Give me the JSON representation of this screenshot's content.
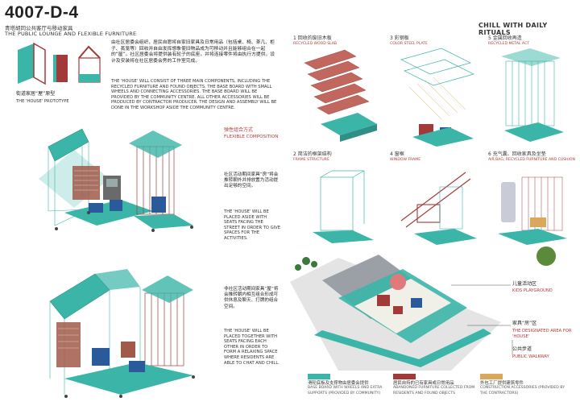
{
  "header": {
    "code": "4007-D-4",
    "subtitle_cn": "青塔胡同公共客厅与移动家具",
    "subtitle_en": "THE PUBLIC LOUNGE AND FLEXIBLE FURNITURE"
  },
  "prototype": {
    "label_cn": "街道家居“屋”原型",
    "label_en": "THE 'HOUSE' PROTOTYPE"
  },
  "intro": {
    "cn": "由社区居委会组织，居民自愿将自家旧家具及日常用品（包括桌、椅、茶几、柜子、蒸笼等）回收并自由发挥想象使旧物品成为可移动并且能够组合在一起的“屋”。社区居委会将提供装有轮子的底座，并将连接零件将由执行方提供，设计及安装将在社区居委会旁的工作室完成。",
    "en": "THE 'HOUSE' WILL CONSIST OF THREE MAIN COMPONENTS, INCLUDING THE RECYCLED FURNITURE AND FOUND OBJECTS, THE BASE BOARD WITH SMALL WHEELS AND CONNECTING ACCESSORIES. THE BASE BOARD WILL BE PROVIDED BY THE COMMUNITY CENTRE. ALL OTHER ACCESSORIES WILL BE PRODUCED BY CONTRACTOR PRODUCER. THE DESIGN AND ASSEMBLY WILL BE DONE IN THE WORKSHOP ASIDE THE COMMUNITY CENTRE."
  },
  "flexible": {
    "title_cn": "弹性组合方式",
    "title_en": "FLEXIBLE COMPOSITION"
  },
  "scenario1": {
    "cn": "社区活动期间家具“房”将会推转朝外并排放置为活动提出足够的空间。",
    "en": "THE 'HOUSE' WILL BE PLACED ASIDE WITH SEATS FACING THE STREET IN ORDER TO GIVE SPACES FOR THE ACTIVITIES."
  },
  "scenario2": {
    "cn": "非社区活动期间家具“屋”将会推转朝内相互组合形成可供休息及聊天、打牌的组合空间。",
    "en": "THE 'HOUSE' WILL BE PLACED TOGETHER WITH SEATS FACING EACH OTHER IN ORDER TO FORM A RELAXING SPACE WHERE RESIDENTS ARE ABLE TO CHAT AND CHILL."
  },
  "rituals": {
    "title": "CHILL WITH DAILY RITUALS",
    "items": [
      {
        "num": "1",
        "cn": "回收的废旧木板",
        "en": "RECYCLED WOOD SLAB"
      },
      {
        "num": "3",
        "cn": "彩钢板",
        "en": "COLOR STEEL PLATE"
      },
      {
        "num": "5",
        "cn": "金属回收再造",
        "en": "RECYCLED METAL ACT"
      },
      {
        "num": "2",
        "cn": "简洁的框架结构",
        "en": "FRAME STRUCTURE"
      },
      {
        "num": "4",
        "cn": "窗框",
        "en": "WINDOW FRAME"
      },
      {
        "num": "6",
        "cn": "充气囊、回收家具及坐垫",
        "en": "AIR BAG, RECYCLED FURNITURE AND CUSHION"
      }
    ]
  },
  "site": {
    "kids_cn": "儿童活动区",
    "kids_en": "KIDS PLAYGROUND",
    "house_cn": "家具“房”区",
    "house_en": "THE DESIGNATED AREA FOR 'HOUSE'",
    "walk_cn": "公共步道",
    "walk_en": "PUBLIC WALKWAY"
  },
  "legend": [
    {
      "color": "#3bb5a8",
      "cn": "滑轮底板及支撑物由居委会提供",
      "en": "BASE BOARD WITH WHEELS AND EXTRA SUPPORTS (PROVIDED BY COMMUNITY)"
    },
    {
      "color": "#a33a3a",
      "cn": "居民自持的已有家具或日常用品",
      "en": "ABANDONED FURNITURE COLLECTED FROM RESIDENTS AND FOUND OBJECTS"
    },
    {
      "color": "#d9a85a",
      "cn": "外包工厂提供建筑零件",
      "en": "CONSTRUCTION ACCESSORIES (PROVIDED BY THE CONTRACTORS)"
    }
  ],
  "colors": {
    "teal": "#3bb5a8",
    "red": "#b23a3a",
    "brown": "#a05a4a",
    "gold": "#d9a85a"
  }
}
